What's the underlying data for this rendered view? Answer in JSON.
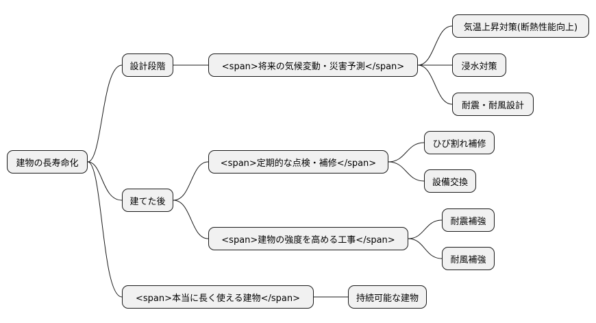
{
  "mindmap": {
    "root": "建物の長寿命化",
    "branches": [
      {
        "label": "設計段階",
        "children": [
          {
            "label": "<span>将来の気候変動・災害予測</span>",
            "children": [
              "気温上昇対策(断熱性能向上)",
              "浸水対策",
              "耐震・耐風設計"
            ]
          }
        ]
      },
      {
        "label": "建てた後",
        "children": [
          {
            "label": "<span>定期的な点検・補修</span>",
            "children": [
              "ひび割れ補修",
              "設備交換"
            ]
          },
          {
            "label": "<span>建物の強度を高める工事</span>",
            "children": [
              "耐震補強",
              "耐風補強"
            ]
          }
        ]
      },
      {
        "label": "<span>本当に長く使える建物</span>",
        "children": [
          {
            "label": "持続可能な建物",
            "children": []
          }
        ]
      }
    ]
  }
}
